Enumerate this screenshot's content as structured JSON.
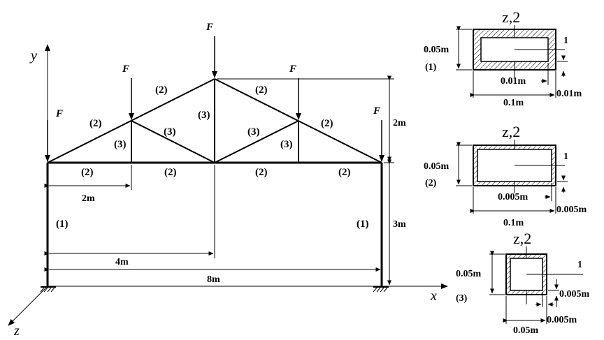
{
  "frame": {
    "axes": {
      "x": "x",
      "y": "y",
      "z": "z"
    },
    "force_label": "F",
    "member_labels": {
      "column_left": "(1)",
      "column_right": "(1)",
      "top_chord_1": "(2)",
      "top_chord_2": "(2)",
      "top_chord_3": "(2)",
      "top_chord_4": "(2)",
      "bottom_chord_1": "(2)",
      "bottom_chord_2": "(2)",
      "bottom_chord_3": "(2)",
      "bottom_chord_4": "(2)",
      "vertical_left": "(3)",
      "vertical_center": "(3)",
      "vertical_right": "(3)",
      "diagonal_left": "(3)",
      "diagonal_right": "(3)"
    },
    "dimensions": {
      "panel_width": "2m",
      "half_span": "4m",
      "span": "8m",
      "truss_height": "2m",
      "column_height": "3m"
    }
  },
  "sections": [
    {
      "id": "(1)",
      "axis_label": "z,2",
      "axis_1": "1",
      "height": "0.05m",
      "width": "0.1m",
      "thickness_a": "0.01m",
      "thickness_b": "0.01m"
    },
    {
      "id": "(2)",
      "axis_label": "z,2",
      "axis_1": "1",
      "height": "0.05m",
      "width": "0.1m",
      "thickness_a": "0.005m",
      "thickness_b": "0.005m"
    },
    {
      "id": "(3)",
      "axis_label": "z,2",
      "axis_1": "1",
      "height": "0.05m",
      "width": "0.05m",
      "thickness_a": "0.005m",
      "thickness_b": "0.005m"
    }
  ]
}
